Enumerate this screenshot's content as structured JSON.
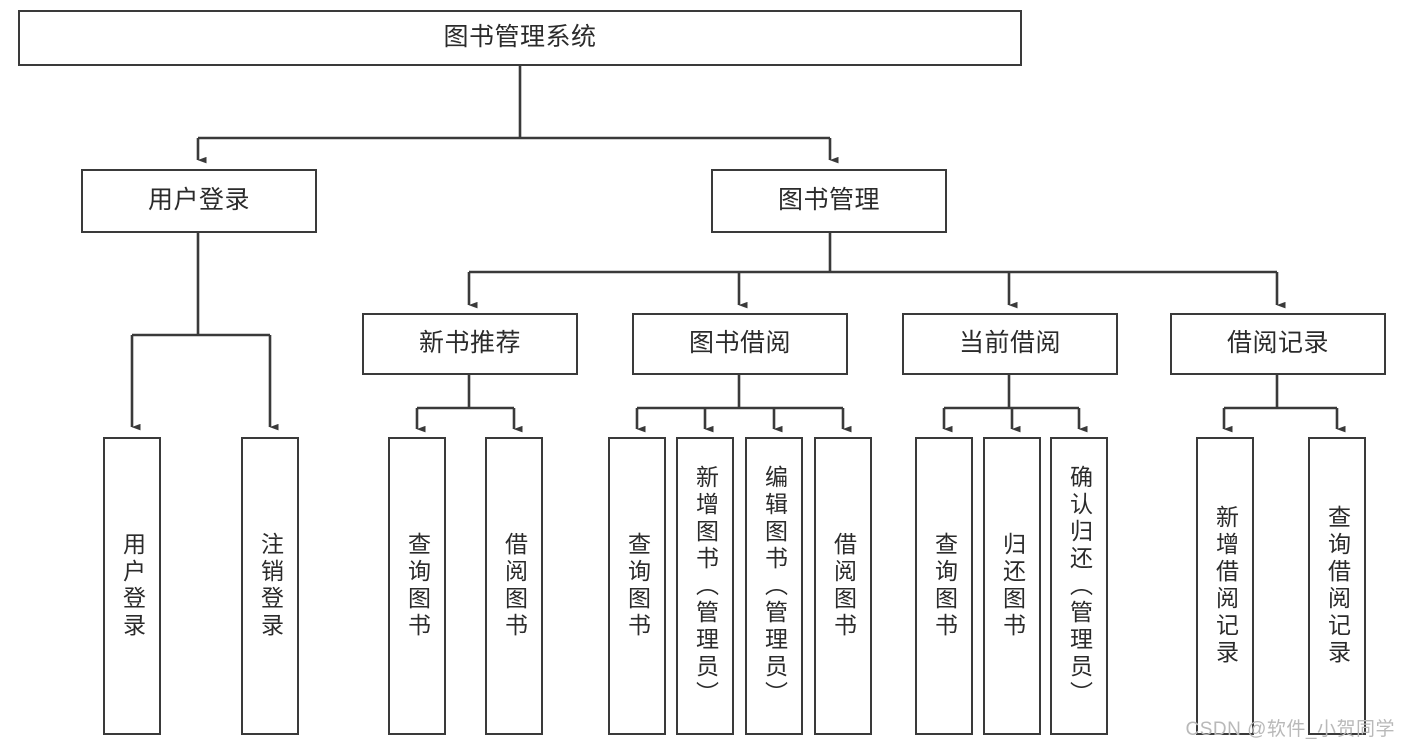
{
  "diagram": {
    "title": "图书管理系统",
    "watermark": "CSDN @软件_小贺同学",
    "stroke_color": "#3a3a3a",
    "text_color": "#2b2b2b",
    "background": "#ffffff",
    "nodes": {
      "root": "图书管理系统",
      "level2": {
        "user_login": "用户登录",
        "book_manage": "图书管理"
      },
      "level3": {
        "new_book_recommend": "新书推荐",
        "book_borrow": "图书借阅",
        "current_borrow": "当前借阅",
        "borrow_record": "借阅记录"
      },
      "leaves": {
        "user_login_1": "用户登录",
        "user_login_2": "注销登录",
        "recommend_1": "查询图书",
        "recommend_2": "借阅图书",
        "borrow_1": "查询图书",
        "borrow_2": "新增图书（管理员）",
        "borrow_3": "编辑图书（管理员）",
        "borrow_4": "借阅图书",
        "current_1": "查询图书",
        "current_2": "归还图书",
        "current_3": "确认归还（管理员）",
        "record_1": "新增借阅记录",
        "record_2": "查询借阅记录"
      }
    }
  }
}
